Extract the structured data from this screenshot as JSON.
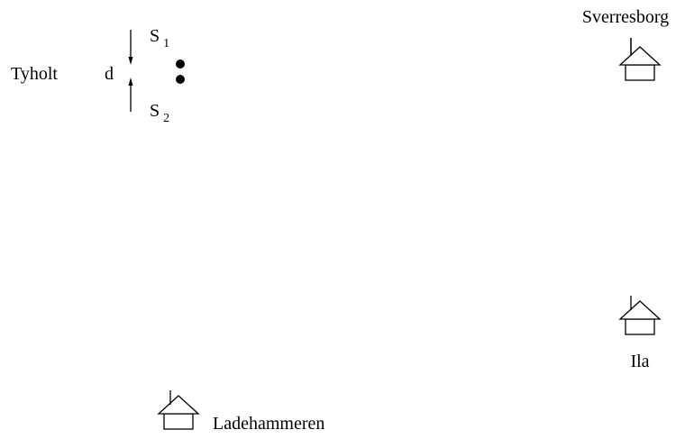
{
  "source": {
    "location": "Tyholt",
    "separation_label": "d",
    "s1": {
      "base": "S",
      "index": "1"
    },
    "s2": {
      "base": "S",
      "index": "2"
    }
  },
  "receivers": [
    {
      "name": "Sverresborg"
    },
    {
      "name": "Ila"
    },
    {
      "name": "Ladehammeren"
    }
  ]
}
